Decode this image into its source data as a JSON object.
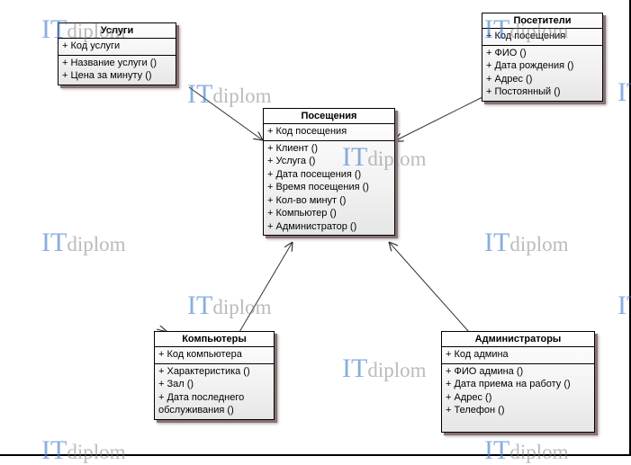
{
  "watermark": {
    "it": "IT",
    "diplom": "diplom"
  },
  "classes": {
    "uslugi": {
      "title": "Услуги",
      "keys": [
        "+ Код услуги"
      ],
      "ops": [
        "+ Название услуги ()",
        "+ Цена за минуту ()"
      ]
    },
    "posetiteli": {
      "title": "Посетители",
      "keys": [
        "+ Код посещения"
      ],
      "ops": [
        "+ ФИО ()",
        "+ Дата рождения ()",
        "+ Адрес ()",
        "+ Постоянный ()"
      ]
    },
    "poseshcheniya": {
      "title": "Посещения",
      "keys": [
        "+ Код посещения"
      ],
      "ops": [
        "+ Клиент ()",
        "+ Услуга ()",
        "+ Дата посещения ()",
        "+ Время посещения ()",
        "+ Кол-во минут ()",
        "+ Компьютер ()",
        "+ Администратор ()"
      ]
    },
    "kompyutery": {
      "title": "Компьютеры",
      "keys": [
        "+ Код компьютера"
      ],
      "ops": [
        "+ Характеристика ()",
        "+ Зал ()",
        "+ Дата последнего обслуживания ()"
      ]
    },
    "administratory": {
      "title": "Администраторы",
      "keys": [
        "+ Код админа"
      ],
      "ops": [
        "+ ФИО админа ()",
        "+ Дата приема на работу ()",
        "+ Адрес ()",
        "+ Телефон ()"
      ]
    }
  }
}
